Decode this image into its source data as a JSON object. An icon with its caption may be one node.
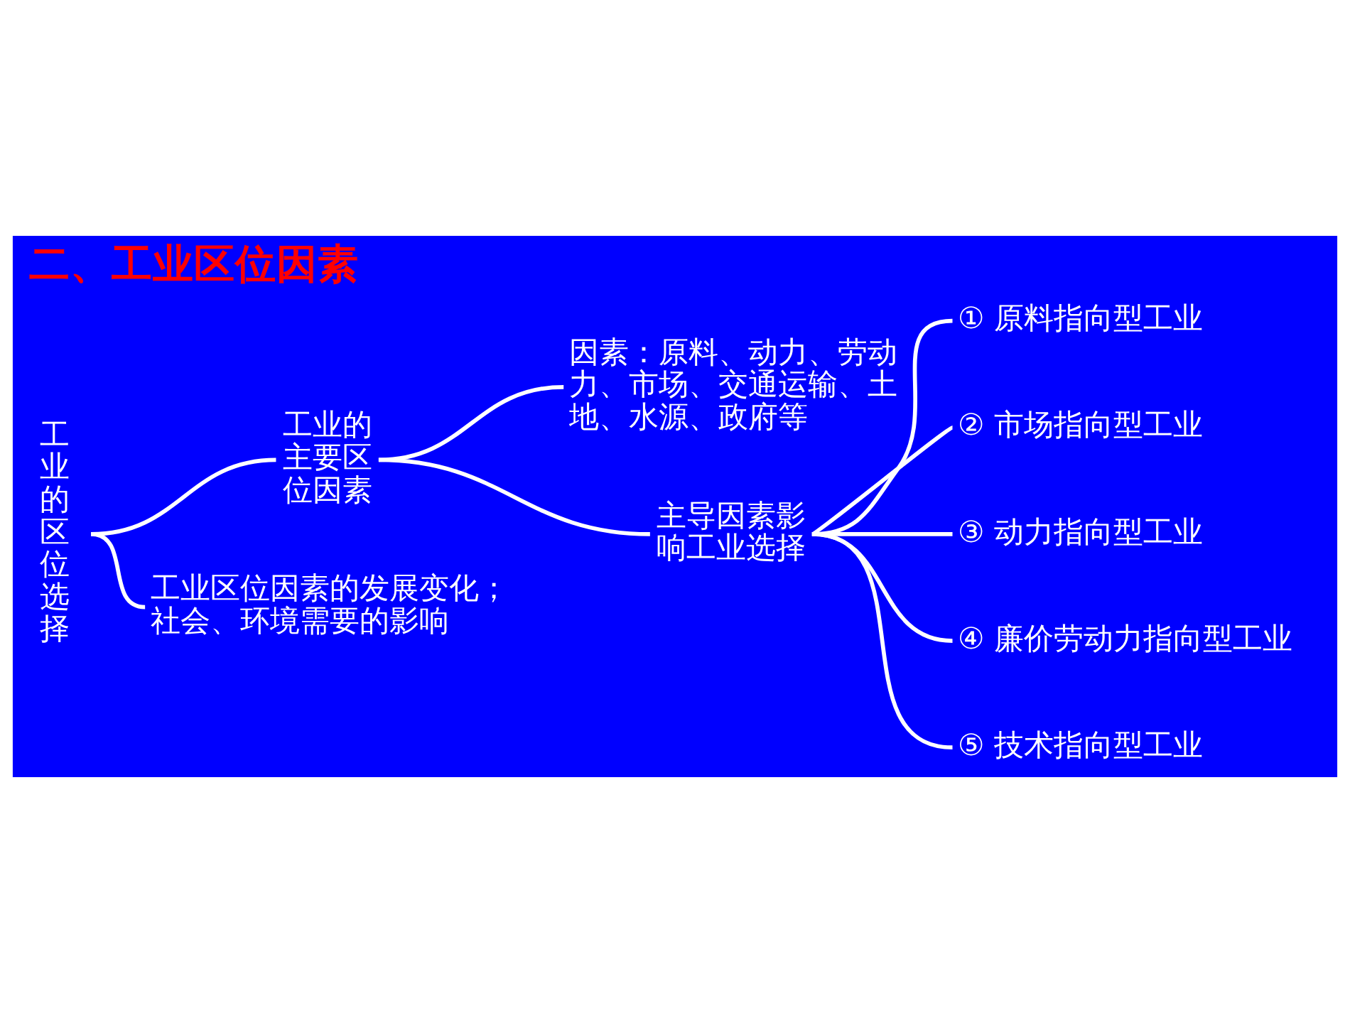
{
  "diagram": {
    "title": "二、工业区位因素",
    "nodes": [
      {
        "text": [
          "工业的区位选择"
        ]
      },
      {
        "text": [
          "工业的主要区位因素"
        ]
      },
      {
        "text": [
          "因素：原料、动力、劳动力、市场、交通运输、土地、水源、政府等"
        ]
      },
      {
        "text": [
          "主导因素影响工业选择"
        ]
      },
      {
        "text": [
          "① 原料指向型工业"
        ]
      },
      {
        "text": [
          "② 市场指向型工业"
        ]
      },
      {
        "text": [
          "③ 动力指向型工业"
        ]
      },
      {
        "text": [
          "④ 廉价劳动力指向型工业"
        ]
      },
      {
        "text": [
          "⑤ 技术指向型工业"
        ]
      },
      {
        "text": [
          "工业区位因素的发展变化；",
          "社会、环境需要的影响"
        ]
      }
    ],
    "edges": [
      {
        "from": 0,
        "to": 1,
        "arrow": "none"
      },
      {
        "from": 0,
        "to": 9,
        "arrow": "none"
      },
      {
        "from": 1,
        "to": 2,
        "arrow": "none"
      },
      {
        "from": 1,
        "to": 3,
        "arrow": "none"
      },
      {
        "from": 3,
        "to": 4,
        "arrow": "none"
      },
      {
        "from": 3,
        "to": 5,
        "arrow": "none"
      },
      {
        "from": 3,
        "to": 6,
        "arrow": "none"
      },
      {
        "from": 3,
        "to": 7,
        "arrow": "none"
      },
      {
        "from": 3,
        "to": 8,
        "arrow": "none"
      }
    ]
  }
}
